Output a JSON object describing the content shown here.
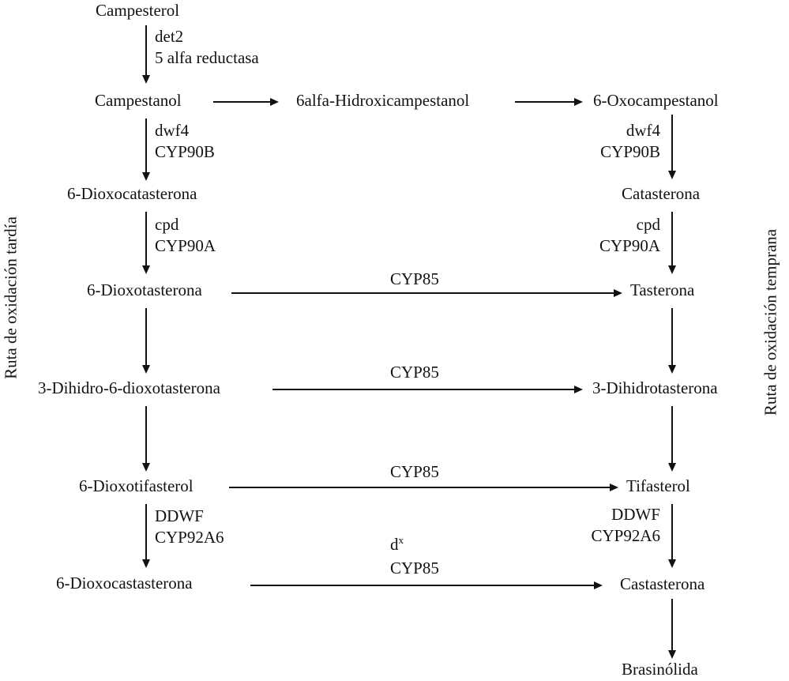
{
  "colors": {
    "ink": "#121212",
    "background": "#ffffff"
  },
  "diagram": {
    "pathways": {
      "left_label": "Ruta de oxidación tardía",
      "right_label": "Ruta de oxidación temprana"
    },
    "nodes": {
      "campesterol": "Campesterol",
      "campestanol": "Campestanol",
      "hidroxicampestanol": "6alfa-Hidroxicampestanol",
      "oxocampestanol": "6-Oxocampestanol",
      "dioxocatasterona": "6-Dioxocatasterona",
      "catasterona": "Catasterona",
      "dioxotasterona": "6-Dioxotasterona",
      "tasterona": "Tasterona",
      "dihidro_dioxotasterona": "3-Dihidro-6-dioxotasterona",
      "dihidrotasterona": "3-Dihidrotasterona",
      "dioxotifasterol": "6-Dioxotifasterol",
      "tifasterol": "Tifasterol",
      "dioxocastasterona": "6-Dioxocastasterona",
      "castasterona": "Castasterona",
      "brasinolida": "Brasinólida"
    },
    "enzymes": {
      "det2": "det2",
      "alfa_reductasa": "5 alfa reductasa",
      "dwf4": "dwf4",
      "cyp90b": "CYP90B",
      "cpd": "cpd",
      "cyp90a": "CYP90A",
      "cyp85": "CYP85",
      "ddwf": "DDWF",
      "cyp92a6": "CYP92A6",
      "dx": {
        "base": "d",
        "sup": "x"
      }
    }
  }
}
